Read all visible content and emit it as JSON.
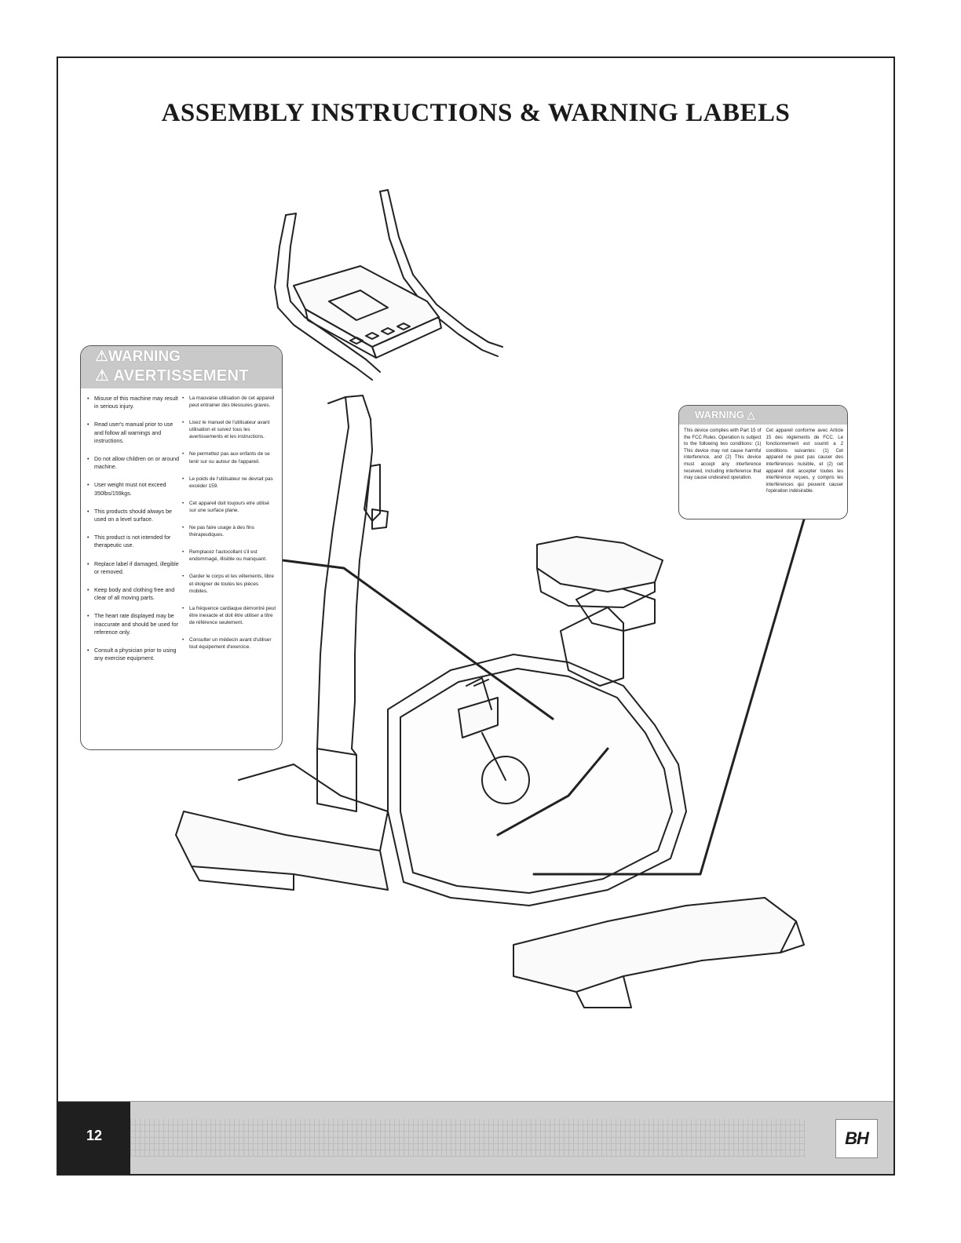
{
  "page": {
    "title": "ASSEMBLY INSTRUCTIONS & WARNING LABELS",
    "page_number": "12",
    "brand": "BH"
  },
  "warning_label": {
    "heading_en": "⚠WARNING",
    "heading_fr": "⚠ AVERTISSEMENT",
    "items_en": [
      "Misuse of this machine may result in serious injury.",
      "Read user's manual prior to use and follow all warnings and instructions.",
      "Do not allow children on or around machine.",
      "User weight must not exceed 350lbs/159kgs.",
      "This products should always be used on a level surface.",
      "This product is not intended for therapeutic use.",
      "Replace label if damaged, illegible or removed.",
      "Keep body and clothing free and clear of all moving parts.",
      "The heart rate displayed may be inaccurate and should be used for reference only.",
      "Consult a physician prior to using any exercise equipment."
    ],
    "items_fr": [
      "La mauvaise utilisation de cet appareil peut entrainer des blessures graves.",
      "Lisez le manuel de l'utilisateur avant utilisation et suivez tous les avertissements et les instructions.",
      "Ne permettez pas aux enfants de se tenir sur ou autour de l'appareil.",
      "Le poids de l'utilisateur ne devrait pas excéder 159.",
      "Cet appareil doit toujours etre utilisé sur une surface plane.",
      "Ne pas faire usage à des fins thérapeutiques.",
      "Remplacez l'autocollant s'il est endommagé, illisible ou manquant.",
      "Garder le corps et les vêtements, libre et éloigner de toutes les pièces mobiles.",
      "La fréquence cardiaque démontré peut être inexacte et doit être utiliser a titre de référence seulement.",
      "Consulter un médecin avant d'utiliser tout équipement d'exercice."
    ]
  },
  "fcc_label": {
    "heading": "WARNING △",
    "text_en": "This device complies with Part 15 of the FCC Rules. Operation is subject to the following two conditions: (1) This device may not cause harmful interference, and (2) This device must accept any interference received, including interference that may cause undesired operation.",
    "text_fr": "Cet appareil conforme avec Article 15 des règlements de FCC. Le fonctionnement est soumit a 2 conditions suivantes: (1) Cet appareil ne peut pas causer des interférences nuisible, et (2) cet appareil doit accepter toutes les interférence reçues, y compris les interférences qui peuvent causer l'opération indésirable."
  },
  "colors": {
    "label_header": "#c9c9c9",
    "footer_band": "#cfcfcf",
    "page_number_bg": "#1f1f1f"
  }
}
